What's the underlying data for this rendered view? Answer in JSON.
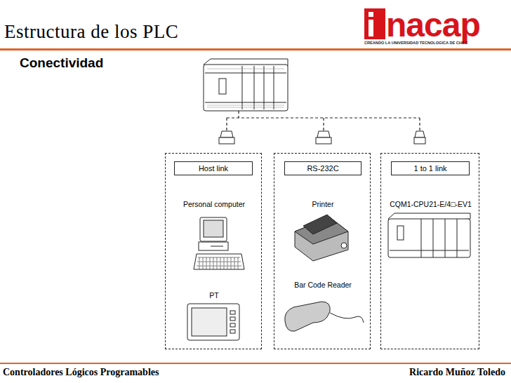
{
  "diagram": {
    "title": "Estructura de los PLC",
    "nodes": [
      {
        "text": [
          "Personal computer",
          "PT"
        ]
      },
      {
        "text": [
          "Host link"
        ],
        "in": 0
      },
      {
        "text": [
          "Printer",
          "Bar Code Reader"
        ]
      },
      {
        "text": [
          "RS-232C"
        ],
        "in": 2
      },
      {
        "text": [
          "CQM1-CPU21-E/4□-EV1"
        ]
      },
      {
        "text": [
          "1 to 1 link"
        ],
        "in": 4
      }
    ],
    "labels": [
      "Conectividad",
      "nacap",
      "CREANDO LA UNIVERSIDAD TECNOLOGICA DE CHILE",
      "Controladores Lógicos Programables",
      "Ricardo Muñoz Toledo"
    ]
  }
}
